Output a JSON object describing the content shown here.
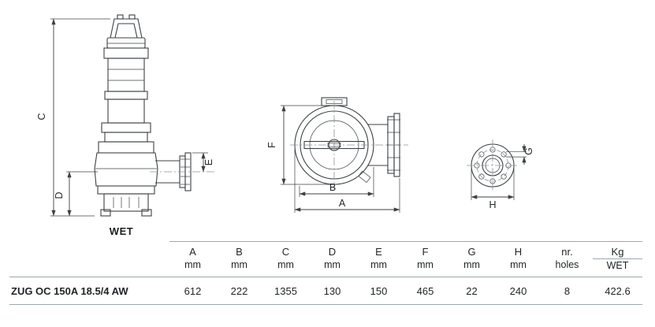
{
  "colors": {
    "line": "#3c4144",
    "rule": "#9aa9ab",
    "text": "#1f2426"
  },
  "diagram": {
    "side_view": {
      "dim_c": "C",
      "dim_d": "D",
      "dim_e": "E",
      "caption": "WET"
    },
    "front_view": {
      "dim_f": "F",
      "dim_b": "B",
      "dim_a": "A"
    },
    "flange_view": {
      "dim_g": "G",
      "dim_h": "H"
    }
  },
  "table": {
    "headers": [
      {
        "top": "A",
        "bottom": "mm"
      },
      {
        "top": "B",
        "bottom": "mm"
      },
      {
        "top": "C",
        "bottom": "mm"
      },
      {
        "top": "D",
        "bottom": "mm"
      },
      {
        "top": "E",
        "bottom": "mm"
      },
      {
        "top": "F",
        "bottom": "mm"
      },
      {
        "top": "G",
        "bottom": "mm"
      },
      {
        "top": "H",
        "bottom": "mm"
      },
      {
        "top": "nr.",
        "bottom": "holes"
      },
      {
        "top": "Kg",
        "bottom": "WET"
      }
    ],
    "row": {
      "model": "ZUG OC 150A 18.5/4 AW",
      "values": [
        "612",
        "222",
        "1355",
        "130",
        "150",
        "465",
        "22",
        "240",
        "8",
        "422.6"
      ]
    }
  }
}
